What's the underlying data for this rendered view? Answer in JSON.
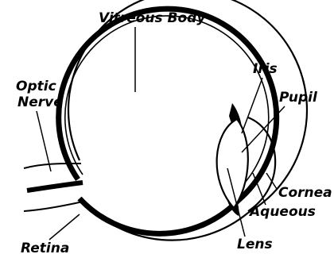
{
  "colors": {
    "ink": "#000000",
    "background": "#ffffff"
  },
  "labels": {
    "vitreous_body": "Vitreous Body",
    "optic_nerve_line1": "Optic",
    "optic_nerve_line2": "Nerve",
    "iris": "Iris",
    "pupil": "Pupil",
    "cornea": "Cornea",
    "aqueous": "Aqueous",
    "lens": "Lens",
    "retina": "Retina"
  }
}
